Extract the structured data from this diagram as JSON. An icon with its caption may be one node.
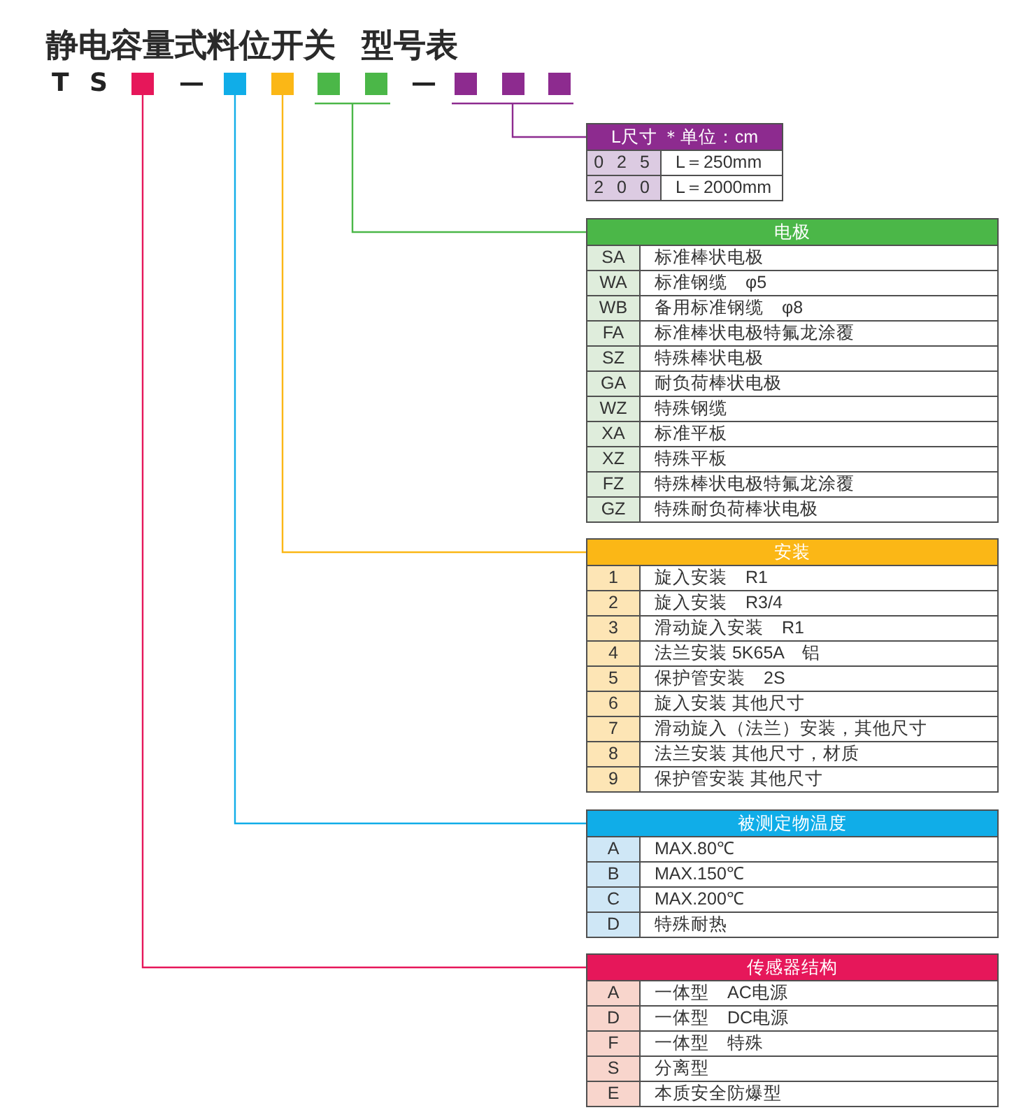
{
  "diagram": {
    "title": "静电容量式料位开关 型号表",
    "nodes": [
      {
        "text": [],
        "shape": "box"
      },
      {
        "text": [],
        "shape": "box"
      },
      {
        "text": [],
        "shape": "box"
      },
      {
        "text": [],
        "shape": "box"
      },
      {
        "text": [],
        "shape": "box"
      },
      {
        "text": [],
        "shape": "box"
      },
      {
        "text": [],
        "shape": "box"
      },
      {
        "text": [],
        "shape": "box"
      },
      {
        "text": [
          "L尺寸 ＊单位：cm"
        ]
      },
      {
        "text": [
          "0 2 5",
          "L＝250mm"
        ],
        "in": 8
      },
      {
        "text": [
          "2 0 0",
          "L＝2000mm"
        ],
        "in": 8
      },
      {
        "text": [
          "电极"
        ]
      },
      {
        "text": [
          "SA",
          "标准棒状电极"
        ],
        "in": 11
      },
      {
        "text": [
          "WA",
          "标准钢缆　φ5"
        ],
        "in": 11
      },
      {
        "text": [
          "WB",
          "备用标准钢缆　φ8"
        ],
        "in": 11
      },
      {
        "text": [
          "FA",
          "标准棒状电极特氟龙涂覆"
        ],
        "in": 11
      },
      {
        "text": [
          "SZ",
          "特殊棒状电极"
        ],
        "in": 11
      },
      {
        "text": [
          "GA",
          "耐负荷棒状电极"
        ],
        "in": 11
      },
      {
        "text": [
          "WZ",
          "特殊钢缆"
        ],
        "in": 11
      },
      {
        "text": [
          "XA",
          "标准平板"
        ],
        "in": 11
      },
      {
        "text": [
          "XZ",
          "特殊平板"
        ],
        "in": 11
      },
      {
        "text": [
          "FZ",
          "特殊棒状电极特氟龙涂覆"
        ],
        "in": 11
      },
      {
        "text": [
          "GZ",
          "特殊耐负荷棒状电极"
        ],
        "in": 11
      },
      {
        "text": [
          "安装"
        ]
      },
      {
        "text": [
          "1",
          "旋入安装　R1"
        ],
        "in": 23
      },
      {
        "text": [
          "2",
          "旋入安装　R3/4"
        ],
        "in": 23
      },
      {
        "text": [
          "3",
          "滑动旋入安装　R1"
        ],
        "in": 23
      },
      {
        "text": [
          "4",
          "法兰安装 5K65A　铝"
        ],
        "in": 23
      },
      {
        "text": [
          "5",
          "保护管安装　2S"
        ],
        "in": 23
      },
      {
        "text": [
          "6",
          "旋入安装 其他尺寸"
        ],
        "in": 23
      },
      {
        "text": [
          "7",
          "滑动旋入（法兰）安装，其他尺寸"
        ],
        "in": 23
      },
      {
        "text": [
          "8",
          "法兰安装 其他尺寸，材质"
        ],
        "in": 23
      },
      {
        "text": [
          "9",
          "保护管安装 其他尺寸"
        ],
        "in": 23
      },
      {
        "text": [
          "被测定物温度"
        ]
      },
      {
        "text": [
          "A",
          "MAX.80℃"
        ],
        "in": 33
      },
      {
        "text": [
          "B",
          "MAX.150℃"
        ],
        "in": 33
      },
      {
        "text": [
          "C",
          "MAX.200℃"
        ],
        "in": 33
      },
      {
        "text": [
          "D",
          "特殊耐热"
        ],
        "in": 33
      },
      {
        "text": [
          "传感器结构"
        ]
      },
      {
        "text": [
          "A",
          "一体型　AC电源"
        ],
        "in": 38
      },
      {
        "text": [
          "D",
          "一体型　DC电源"
        ],
        "in": 38
      },
      {
        "text": [
          "F",
          "一体型　特殊"
        ],
        "in": 38
      },
      {
        "text": [
          "S",
          "分离型"
        ],
        "in": 38
      },
      {
        "text": [
          "E",
          "本质安全防爆型"
        ],
        "in": 38
      }
    ],
    "edges": [
      {
        "from": 0,
        "to": 38,
        "arrow": "none",
        "color": "#e6175a"
      },
      {
        "from": 1,
        "to": 33,
        "arrow": "none",
        "color": "#10ade8"
      },
      {
        "from": 2,
        "to": 23,
        "arrow": "none",
        "color": "#fbb716"
      },
      {
        "from": 3,
        "to": 11,
        "arrow": "none",
        "color": "#4bb748"
      },
      {
        "from": 4,
        "to": 11,
        "arrow": "none",
        "color": "#4bb748"
      },
      {
        "from": 5,
        "to": 8,
        "arrow": "none",
        "color": "#8d2b8f"
      },
      {
        "from": 6,
        "to": 8,
        "arrow": "none",
        "color": "#8d2b8f"
      },
      {
        "from": 7,
        "to": 8,
        "arrow": "none",
        "color": "#8d2b8f"
      }
    ],
    "labels": [
      "T",
      "S",
      "—",
      "—"
    ]
  }
}
